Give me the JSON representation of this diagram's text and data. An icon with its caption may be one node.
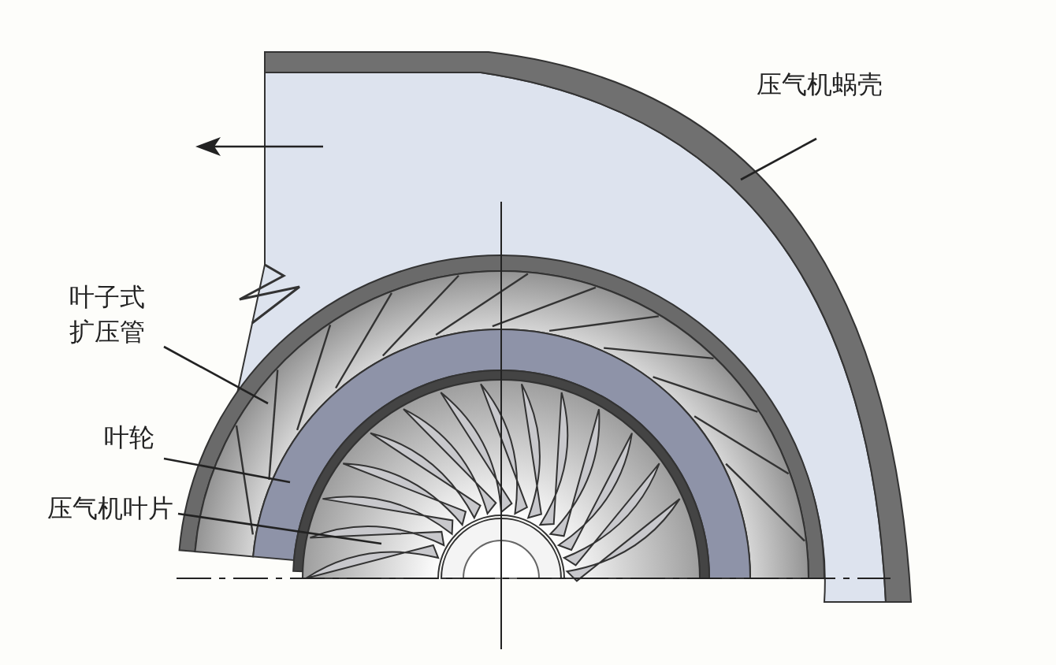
{
  "diagram": {
    "nodes": [
      {
        "text": [
          "压气机蜗壳"
        ]
      },
      {
        "text": [
          "叶子式扩压管"
        ]
      },
      {
        "text": [
          "叶轮"
        ]
      },
      {
        "text": [
          "压气机叶片"
        ]
      },
      {
        "text": [],
        "shape": "picture"
      },
      {
        "text": [],
        "shape": "picture"
      },
      {
        "text": [],
        "shape": "picture"
      },
      {
        "text": [],
        "shape": "picture"
      }
    ],
    "edges": [
      {
        "from": 0,
        "to": 4,
        "arrow": "none"
      },
      {
        "from": 1,
        "to": 5,
        "arrow": "none"
      },
      {
        "from": 2,
        "to": 6,
        "arrow": "none"
      },
      {
        "from": 3,
        "to": 7,
        "arrow": "none"
      }
    ]
  }
}
